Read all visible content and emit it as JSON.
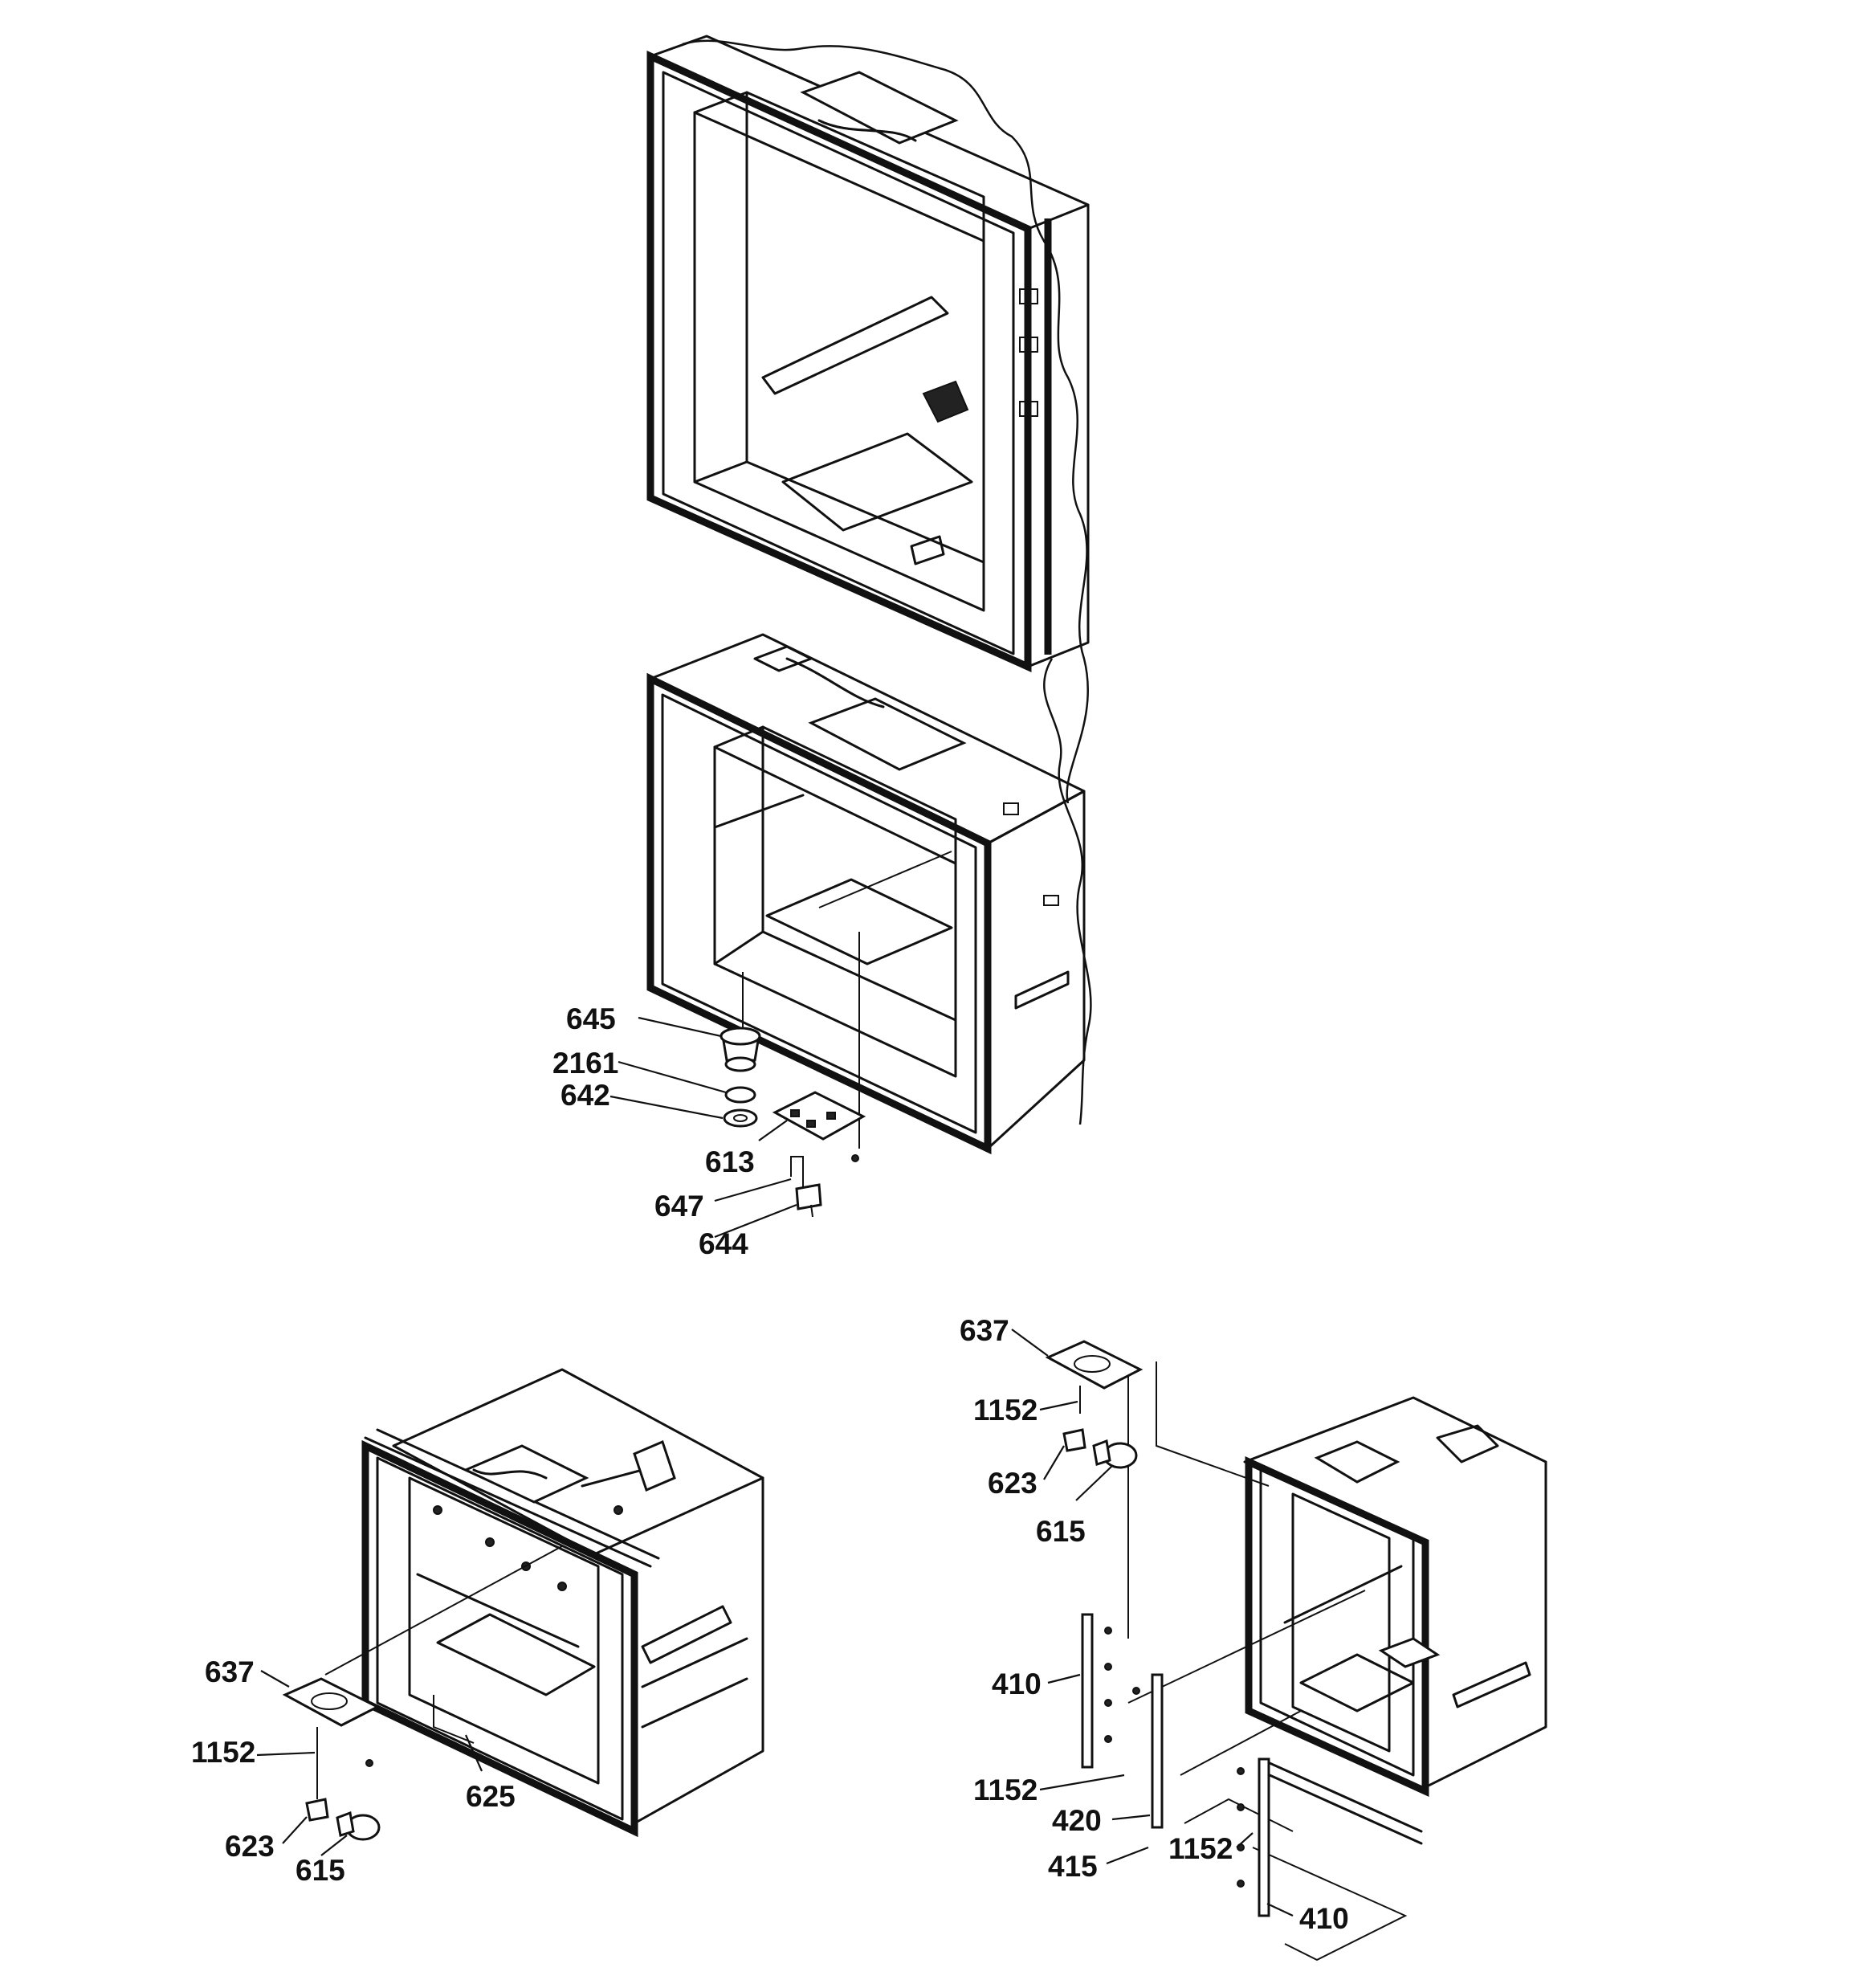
{
  "callouts": {
    "c645": "645",
    "c2161": "2161",
    "c642": "642",
    "c613": "613",
    "c647": "647",
    "c644": "644",
    "l637": "637",
    "l1152": "1152",
    "l623": "623",
    "l615": "615",
    "l625": "625",
    "r637": "637",
    "r1152a": "1152",
    "r623": "623",
    "r615": "615",
    "r410a": "410",
    "r1152b": "1152",
    "r420": "420",
    "r415": "415",
    "r1152c": "1152",
    "r410b": "410"
  }
}
